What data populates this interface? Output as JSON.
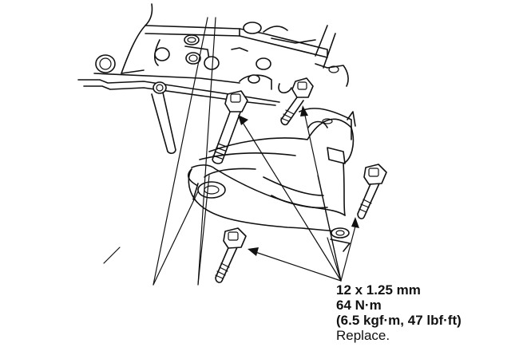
{
  "diagram": {
    "subject": "Engine mount bracket with mounting bolts",
    "callout": {
      "bolt_size": "12 x 1.25 mm",
      "torque_nm": "64 N·m",
      "torque_alt": "(6.5 kgf·m, 47 lbf·ft)",
      "note": "Replace."
    },
    "line_color": "#111111",
    "background_color": "#ffffff"
  }
}
